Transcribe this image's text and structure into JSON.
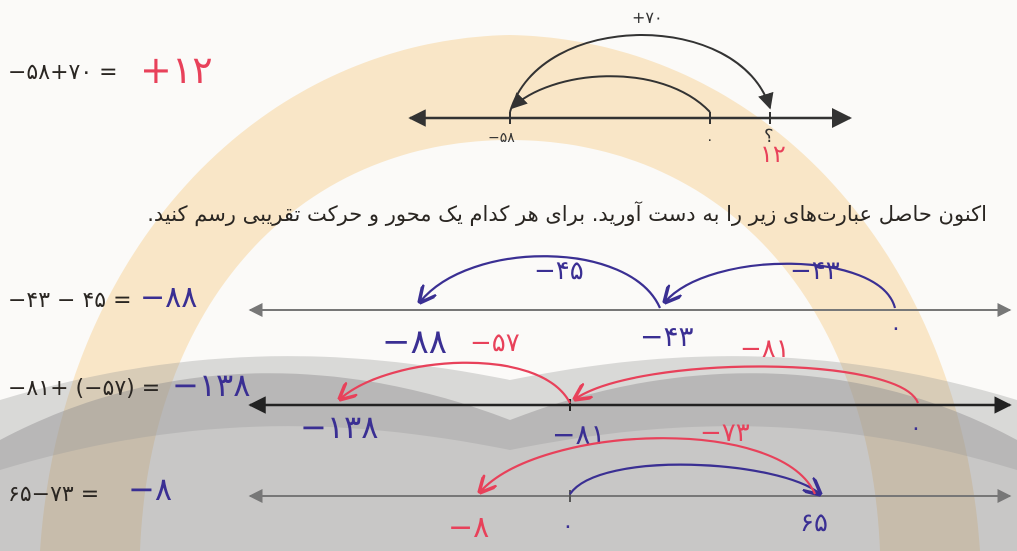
{
  "example": {
    "expression": "−۵۸+۷۰ = ",
    "answer": "+۱۲",
    "arc_label": "+۷۰",
    "start_label": "−۵۸",
    "zero_label": "۰",
    "question_mark": "؟",
    "result_label": "۱۲"
  },
  "instruction": "اکنون حاصل عبارت‌های زیر را به دست آورید. برای هر کدام یک محور و حرکت تقریبی رسم کنید.",
  "problems": [
    {
      "expression": "−۴۳ − ۴۵ = ",
      "answer": "−۸۸",
      "zero_label": "۰",
      "points": [
        "−۴۳",
        "−۸۸"
      ],
      "jumps": [
        "−۴۳",
        "−۴۵"
      ]
    },
    {
      "expression": "−۸۱+ (−۵۷) = ",
      "answer": "−۱۳۸",
      "zero_label": "۰",
      "points": [
        "−۸۱",
        "−۱۳۸"
      ],
      "jumps": [
        "−۸۱",
        "−۵۷"
      ]
    },
    {
      "expression": "۶۵−۷۳ = ",
      "answer": "−۸",
      "zero_label": "۰",
      "points": [
        "۶۵",
        "−۸"
      ],
      "jumps": [
        "−۷۳"
      ]
    }
  ],
  "colors": {
    "blue_ink": "#3a2f93",
    "red_ink": "#e8415a",
    "axis": "#555555",
    "bg_orange": "#f4c77a",
    "bg_gray": "#7a7a7a"
  }
}
